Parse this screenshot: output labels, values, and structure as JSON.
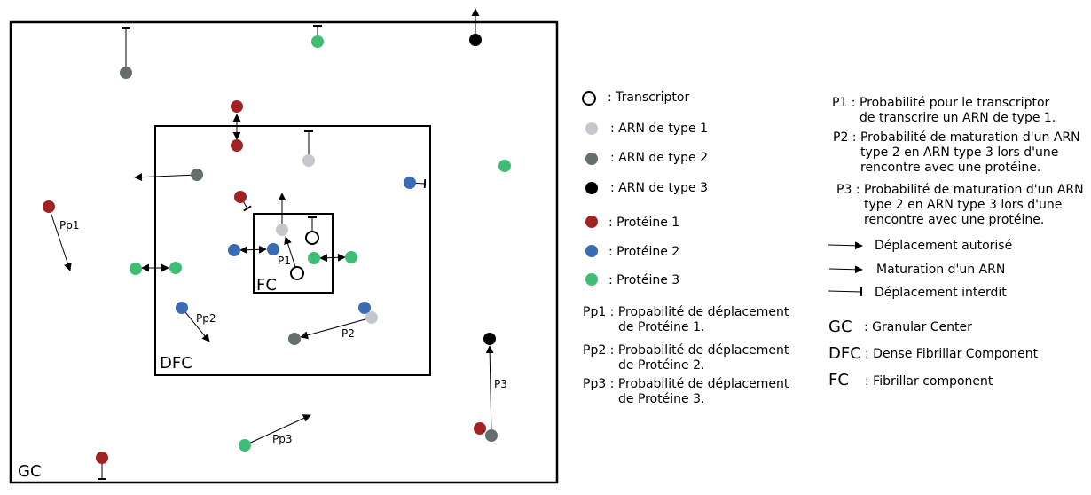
{
  "colors": {
    "protein1": "#a02323",
    "protein2": "#3a6bb5",
    "protein3": "#3dbe74",
    "rna1": "#c4c8cc",
    "rna2": "#656e6e",
    "rna3": "#000000"
  },
  "regions": {
    "gc": "GC",
    "dfc": "DFC",
    "fc": "FC"
  },
  "diagram_labels": {
    "pp1": "Pp1",
    "pp2": "Pp2",
    "pp3": "Pp3",
    "p1": "P1",
    "p2": "P2",
    "p3": "P3"
  },
  "legend": {
    "transcriptor": ": Transcriptor",
    "rna1": ": ARN de type 1",
    "rna2": ": ARN de type 2",
    "rna3": ": ARN de type  3",
    "protein1": ": Protéine 1",
    "protein2": ": Protéine 2",
    "protein3": ": Protéine 3",
    "pp1_line1": "Pp1 : Propabilité de déplacement",
    "pp1_line2": "de Protéine 1.",
    "pp2_line1": "Pp2 : Probabilité de déplacement",
    "pp2_line2": "de Protéine 2.",
    "pp3_line1": "Pp3 : Probabilité de déplacement",
    "pp3_line2": "de Protéine 3.",
    "p1_line1": "P1 : Probabilité pour le transcriptor",
    "p1_line2": "de transcrire un ARN de type 1.",
    "p2_line1": "P2 : Probabilité de maturation d'un ARN",
    "p2_line2": "type 2 en ARN type 3 lors d'une",
    "p2_line3": "rencontre avec une protéine.",
    "p3_line1": "P3 : Probabilité de maturation d'un ARN",
    "p3_line2": "type 2 en ARN type 3 lors d'une",
    "p3_line3": "rencontre avec une protéine.",
    "move_allowed": "Déplacement autorisé",
    "maturation": "Maturation d'un ARN",
    "move_forbidden": "Déplacement interdit",
    "gc_abbr": "GC",
    "gc_def": ": Granular Center",
    "dfc_abbr": "DFC",
    "dfc_def": ": Dense Fibrillar Component",
    "fc_abbr": "FC",
    "fc_def": ": Fibrillar component"
  }
}
